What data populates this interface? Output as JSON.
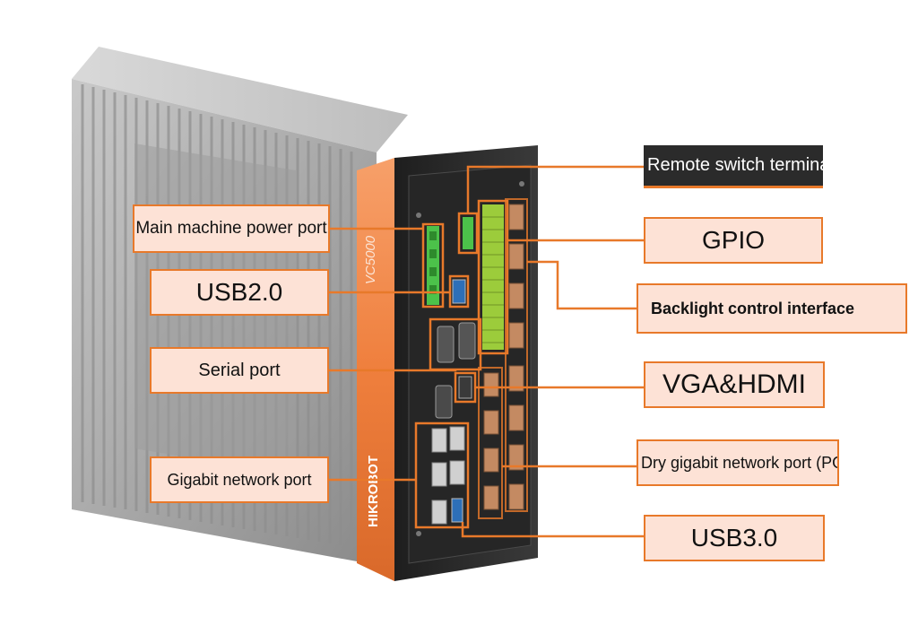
{
  "device": {
    "model_text": "VC5000",
    "brand_text": "HIKROBOT"
  },
  "callouts": {
    "main_power": "Main machine power port",
    "usb2": "USB2.0",
    "serial": "Serial port",
    "gigabit": "Gigabit network port",
    "remote_switch": "Remote switch terminal",
    "gpio": "GPIO",
    "backlight": "Backlight control interface",
    "vga_hdmi": "VGA&HDMI",
    "dry_gigabit": "Dry gigabit network port (POE",
    "usb3": "USB3.0"
  },
  "colors": {
    "accent": "#e8792a",
    "label_fill": "#fde2d6",
    "green_terminal": "#4cc24a",
    "body_gray": "#a8a8a8",
    "panel_dark": "#2a2a2a"
  }
}
